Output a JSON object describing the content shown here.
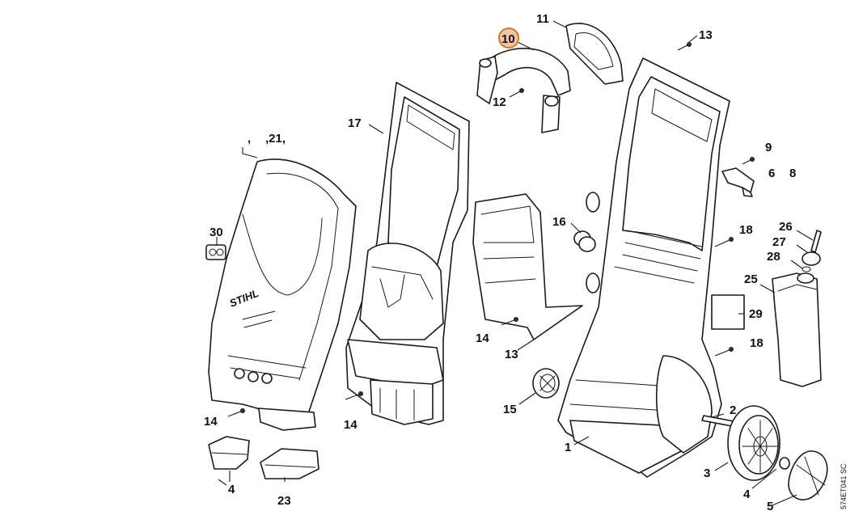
{
  "diagram": {
    "brand_text": "STIHL",
    "drawing_code": "574ET041 SC",
    "highlight_color": "#d2782f",
    "highlighted_label": "10",
    "labels": {
      "l1": "1",
      "l2": "2",
      "l3": "3",
      "l4a": "4",
      "l4b": "4",
      "l5": "5",
      "l8": "8",
      "l9": "9",
      "l10": "10",
      "l11": "11",
      "l12": "12",
      "l13a": "13",
      "l13b": "13",
      "l14a": "14",
      "l14b": "14",
      "l14c": "14",
      "l15": "15",
      "l16": "16",
      "l17": "17",
      "l18a": "18",
      "l18b": "18",
      "l21": ",21,",
      "l21pre": ",",
      "l23": "23",
      "l25": "25",
      "l26": "26",
      "l27": "27",
      "l28": "28",
      "l29": "29",
      "l30": "30",
      "l6": "6"
    }
  }
}
